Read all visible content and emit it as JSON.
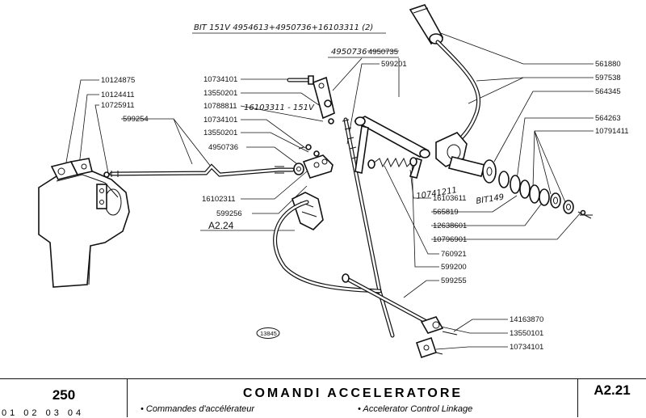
{
  "handwritten": {
    "top_note": "BIT 151V  4954613+4950736+16103311 (2)",
    "note_4950736": "4950736",
    "struck_number": "4950735",
    "note_bracket": "16103311 - 151V",
    "note_10741211": "10741211",
    "note_bit149": "BIT149"
  },
  "part_numbers": {
    "p10124875": "10124875",
    "p10124411": "10124411",
    "p10725911": "10725911",
    "p599254": "599254",
    "p10734101_a": "10734101",
    "p13550201_a": "13550201",
    "p10788811": "10788811",
    "p10734101_b": "10734101",
    "p13550201_b": "13550201",
    "p4950736": "4950736",
    "p16102311": "16102311",
    "p599256": "599256",
    "p599201": "599201",
    "p561880": "561880",
    "p597538": "597538",
    "p564345": "564345",
    "p564263": "564263",
    "p10791411": "10791411",
    "p16103611": "16103611",
    "p565819": "565819",
    "p12638601": "12638601",
    "p10796901": "10796901",
    "p760921": "760921",
    "p599200": "599200",
    "p599255": "599255",
    "p14163870": "14163870",
    "p13550101": "13550101",
    "p10734101_c": "10734101"
  },
  "cross_ref": "A2.24",
  "drawing_number": "13845",
  "footer": {
    "page_number": "250",
    "page_codes": "01 02 03 04",
    "title": "COMANDI ACCELERATORE",
    "subtitle_fr": "• Commandes d'accélérateur",
    "subtitle_en": "• Accelerator Control Linkage",
    "ref_code": "A2.21"
  }
}
